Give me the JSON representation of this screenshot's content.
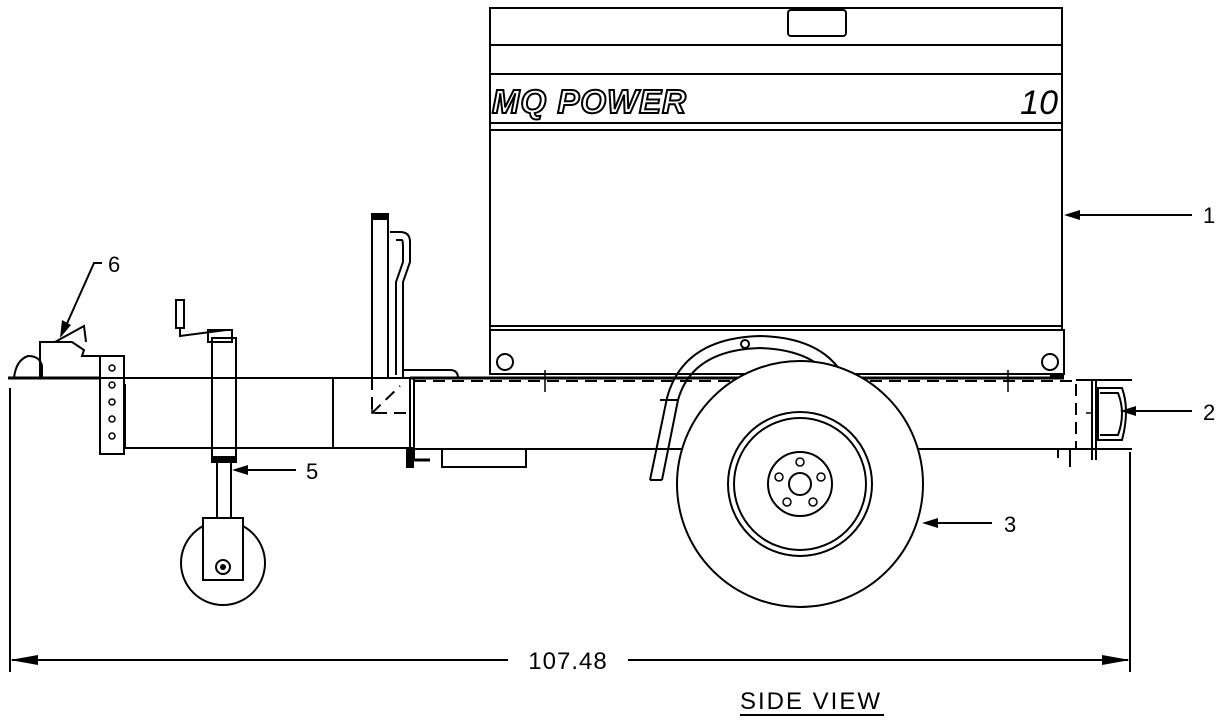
{
  "drawing": {
    "brand_logo": "MQ POWER",
    "model_number": "10",
    "overall_dimension": "107.48",
    "view_caption": "SIDE VIEW"
  },
  "callouts": [
    "1",
    "2",
    "3",
    "5",
    "6"
  ]
}
